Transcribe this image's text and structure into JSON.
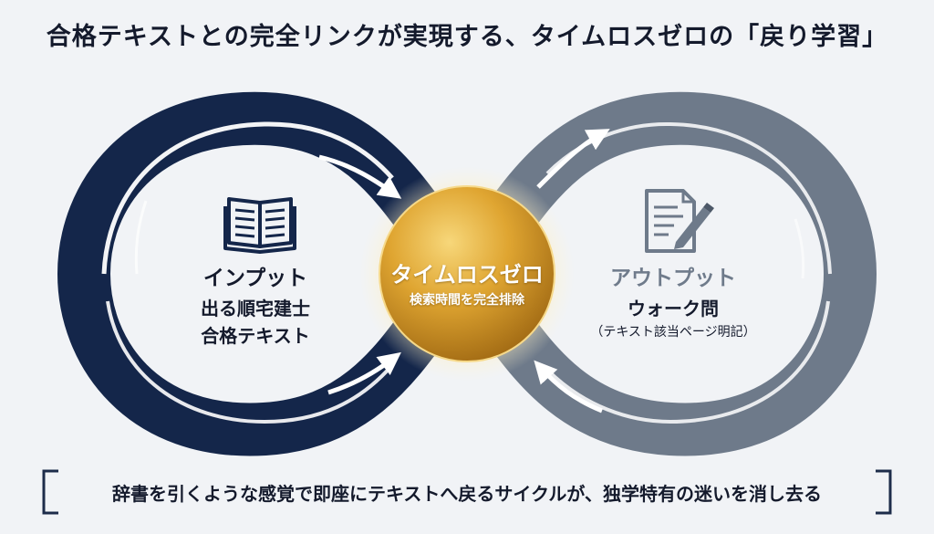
{
  "title": "合格テキストとの完全リンクが実現する、タイムロスゼロの「戻り学習」",
  "input": {
    "title": "インプット",
    "line1": "出る順宅建士",
    "line2": "合格テキスト",
    "icon": "open-book-icon"
  },
  "center": {
    "title": "タイムロスゼロ",
    "subtitle": "検索時間を完全排除"
  },
  "output": {
    "title": "アウトプット",
    "line1": "ウォーク問",
    "line2": "（テキスト該当ページ明記）",
    "icon": "document-pencil-icon"
  },
  "tagline": "辞書を引くような感覚で即座にテキストへ戻るサイクルが、独学特有の迷いを消し去る",
  "colors": {
    "navy": "#14264a",
    "slate": "#6e7a8a",
    "gold": "#d69a26",
    "background": "#f1f3f6"
  }
}
